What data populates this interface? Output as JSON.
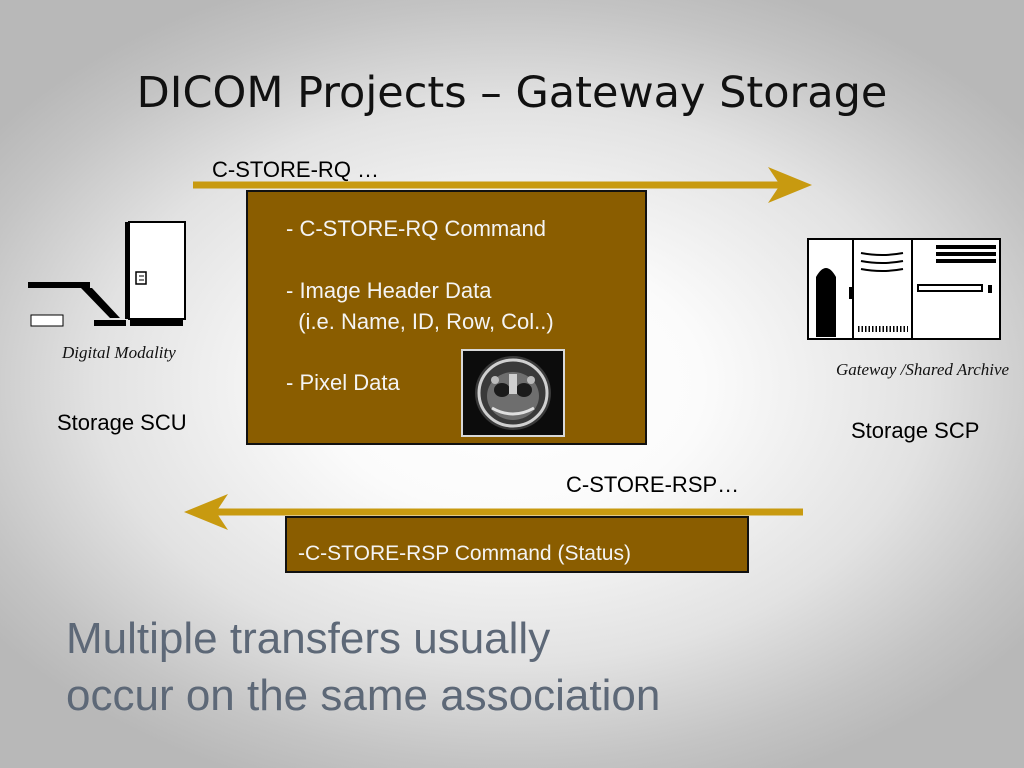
{
  "slide": {
    "title": "DICOM Projects – Gateway Storage",
    "footer_line1": "Multiple transfers usually",
    "footer_line2": "occur on the same association"
  },
  "request": {
    "arrow_label": "C-STORE-RQ …",
    "line1": "- C-STORE-RQ Command",
    "line2": "- Image Header Data",
    "line3": "  (i.e. Name, ID, Row, Col..)",
    "line4": "- Pixel Data"
  },
  "response": {
    "arrow_label": "C-STORE-RSP…",
    "line1": "-C-STORE-RSP Command (Status)"
  },
  "left_device": {
    "caption": "Digital Modality",
    "role": "Storage SCU"
  },
  "right_device": {
    "caption": "Gateway /Shared Archive",
    "role": "Storage SCP"
  },
  "colors": {
    "arrow": "#c89a10",
    "box_fill": "#8a5d00",
    "footer_text": "#5d6877"
  }
}
